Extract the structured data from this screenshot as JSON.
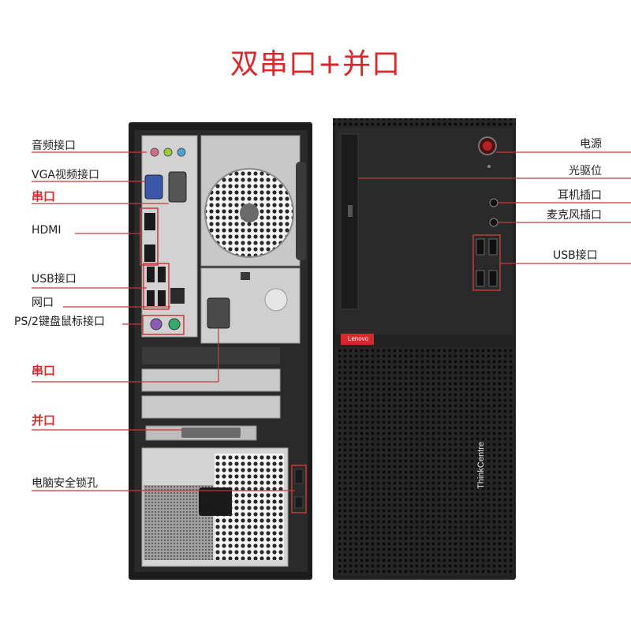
{
  "title": "双串口+并口",
  "left_labels": {
    "audio": "音频接口",
    "vga": "VGA视频接口",
    "serial_top": "串口",
    "hdmi": "HDMI",
    "usb": "USB接口",
    "network": "网口",
    "ps2": "PS/2键盘鼠标接口",
    "serial_bottom": "串口",
    "parallel": "并口",
    "lock": "电脑安全锁孔"
  },
  "right_labels": {
    "power": "电源",
    "optical": "光驱位",
    "headphone": "耳机插口",
    "mic": "麦克风插口",
    "usb": "USB接口"
  },
  "brand": {
    "logo": "ThinkCentre",
    "badge": "Lenovo"
  },
  "colors": {
    "accent": "#d8282e",
    "case_dark": "#1e1e1e",
    "panel_gray": "#cfcfcf"
  }
}
